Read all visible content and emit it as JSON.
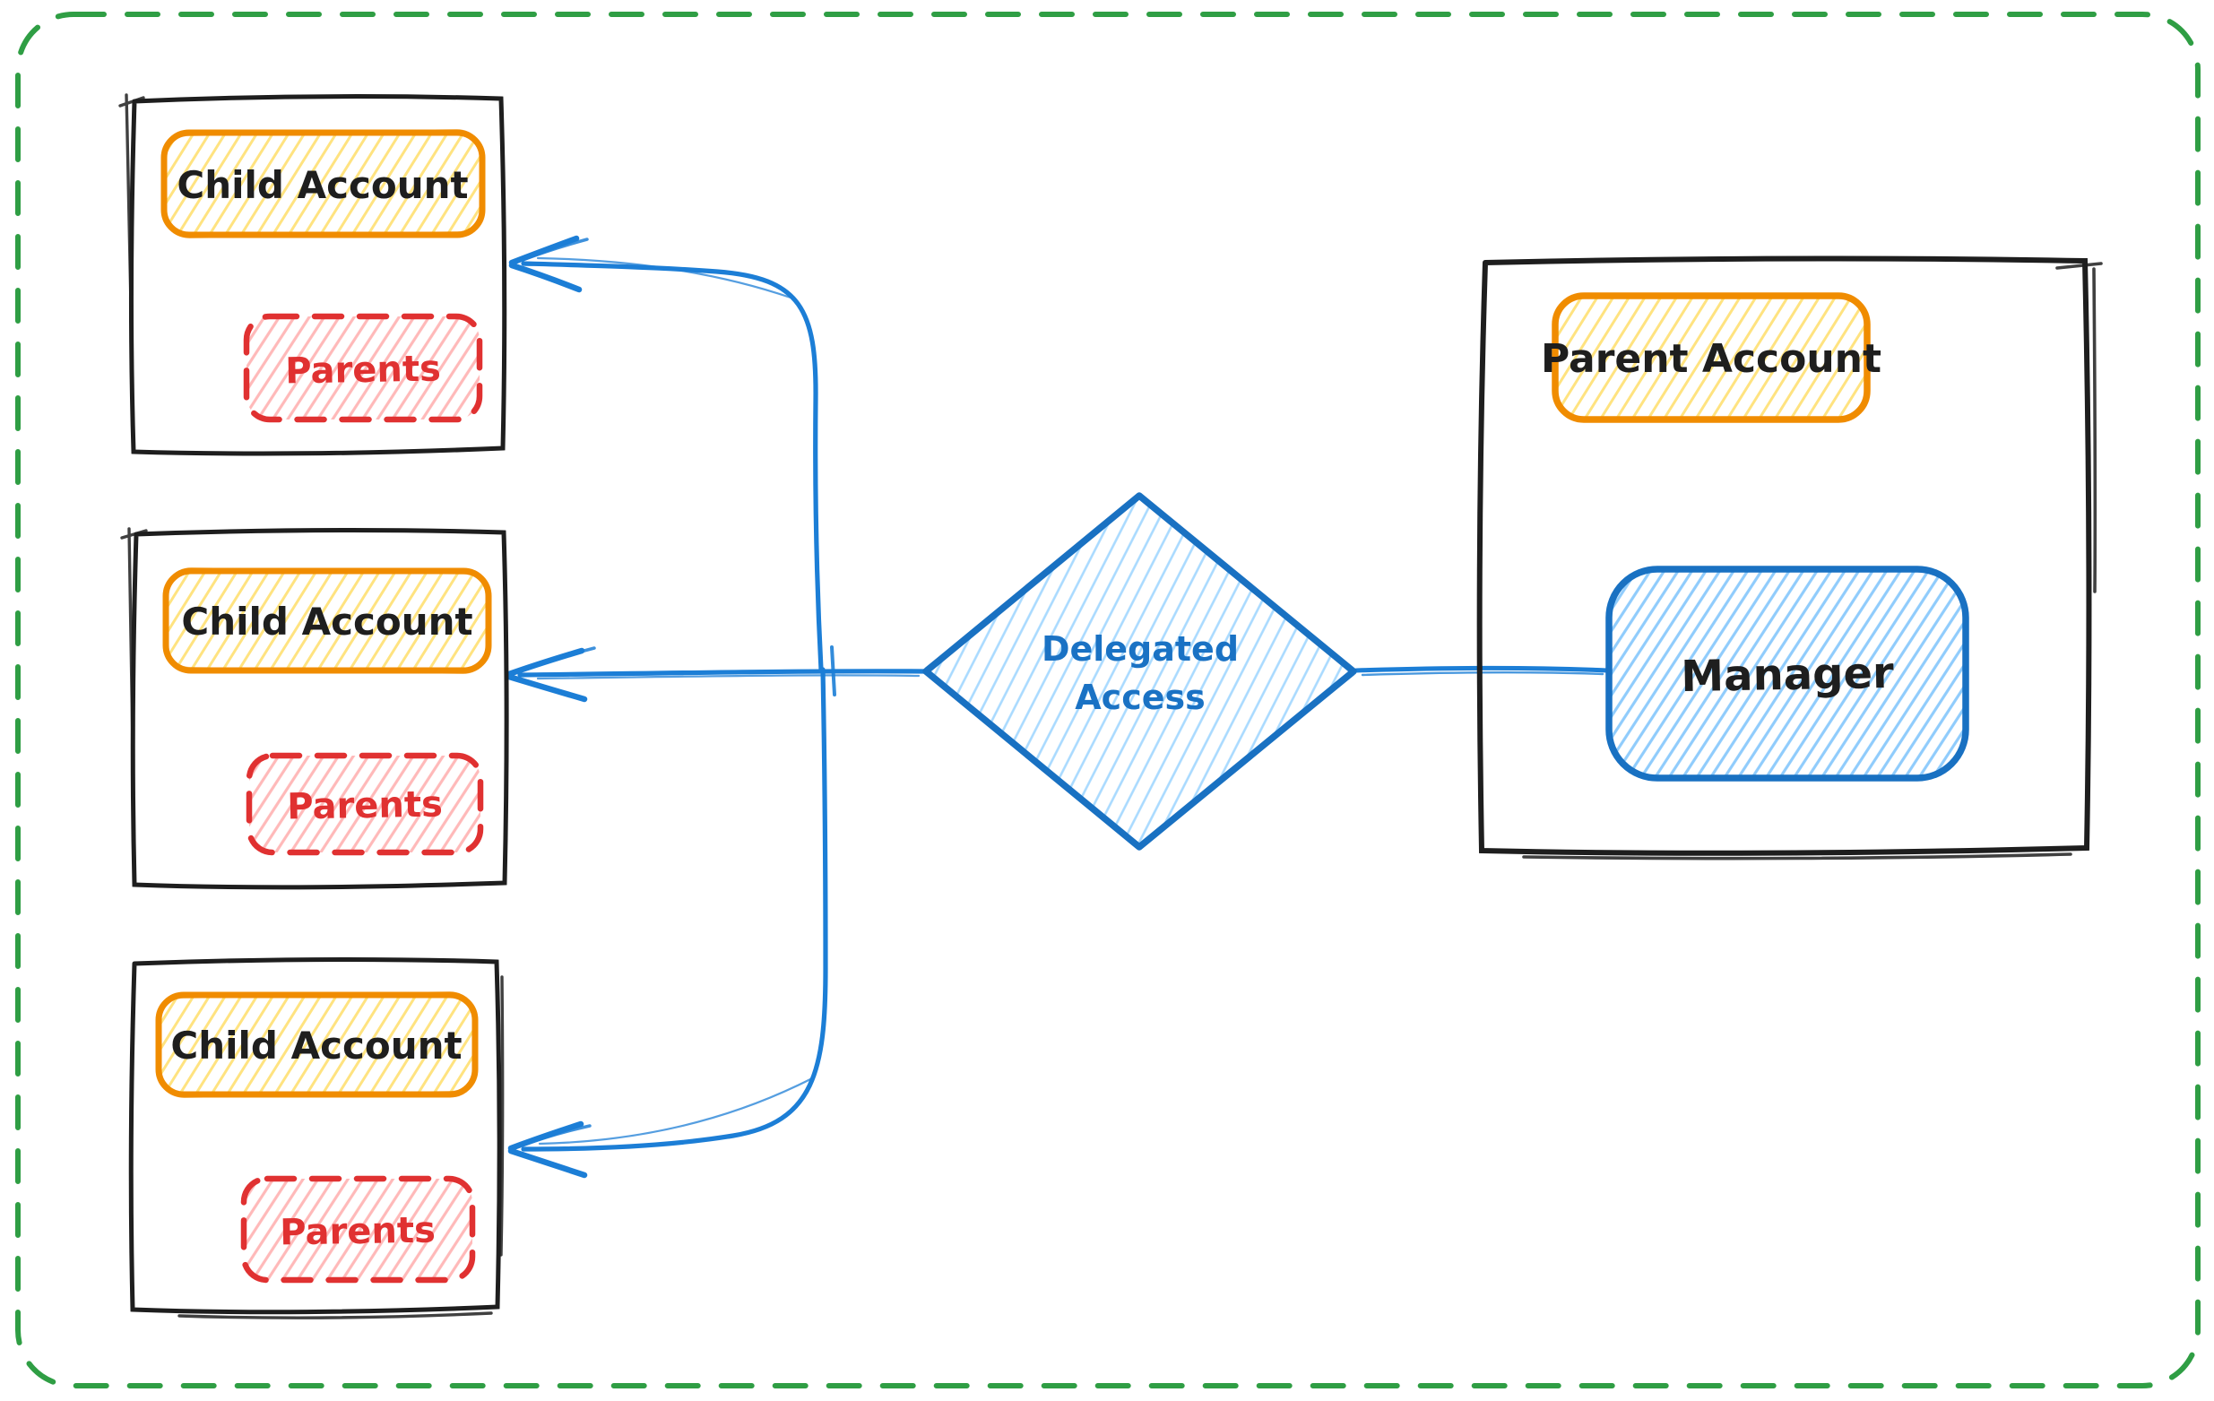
{
  "diagram": {
    "kind": "hand-drawn flowchart",
    "child_accounts": [
      {
        "title": "Child Account",
        "member_label": "Parents"
      },
      {
        "title": "Child Account",
        "member_label": "Parents"
      },
      {
        "title": "Child Account",
        "member_label": "Parents"
      }
    ],
    "parent_account": {
      "title": "Parent Account",
      "role": "Manager"
    },
    "decision": {
      "line1": "Delegated",
      "line2": "Access"
    },
    "connections": [
      {
        "from": "Manager",
        "to": "Delegated Access",
        "arrow": false
      },
      {
        "from": "Delegated Access",
        "to": "Child Account (top)",
        "arrow": true
      },
      {
        "from": "Delegated Access",
        "to": "Child Account (middle)",
        "arrow": true
      },
      {
        "from": "Delegated Access",
        "to": "Child Account (bottom)",
        "arrow": true
      }
    ],
    "colors": {
      "canvas_border": "#2f9e44",
      "box_stroke": "#1e1e1e",
      "account_pill_stroke": "#f08c00",
      "account_pill_hatch": "#ffd43b",
      "parents_pill_stroke": "#e03131",
      "parents_pill_hatch": "#ffa8a8",
      "manager_stroke": "#1971c2",
      "manager_hatch": "#74c0fc",
      "diamond_stroke": "#1971c2",
      "diamond_hatch": "#a5d8ff",
      "arrow": "#1c7ed6"
    }
  }
}
